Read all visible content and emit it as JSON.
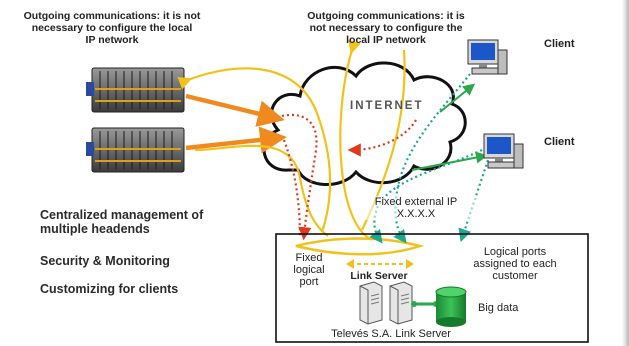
{
  "notes": {
    "left": "Outgoing communications: it is not\nnecessary to configure the local\nIP network",
    "center": "Outgoing communications: it is\nnot necessary to configure the\nlocal IP network"
  },
  "clients": [
    "Client",
    "Client"
  ],
  "internet_label": "INTERNET",
  "features": [
    "Centralized  management  of\nmultiple headends",
    "Security & Monitoring",
    "Customizing for clients"
  ],
  "server": {
    "fixed_ip": "Fixed external IP\nX.X.X.X",
    "fixed_port": "Fixed\nlogical\nport",
    "logical_ports": "Logical ports\nassigned to each\ncustomer",
    "link_server": "Link Server",
    "big_data": "Big data",
    "caption": "Televés S.A. Link Server"
  },
  "colors": {
    "yellow_link": "#f2c21b",
    "orange_link": "#f08a1e",
    "red_dotted": "#e0391b",
    "teal_dotted": "#1aa88f",
    "green_link": "#2aa84a",
    "database": "#1f9d3a"
  },
  "icons": [
    "headend-rack-icon",
    "cloud-icon",
    "computer-icon",
    "server-icon",
    "database-icon"
  ]
}
